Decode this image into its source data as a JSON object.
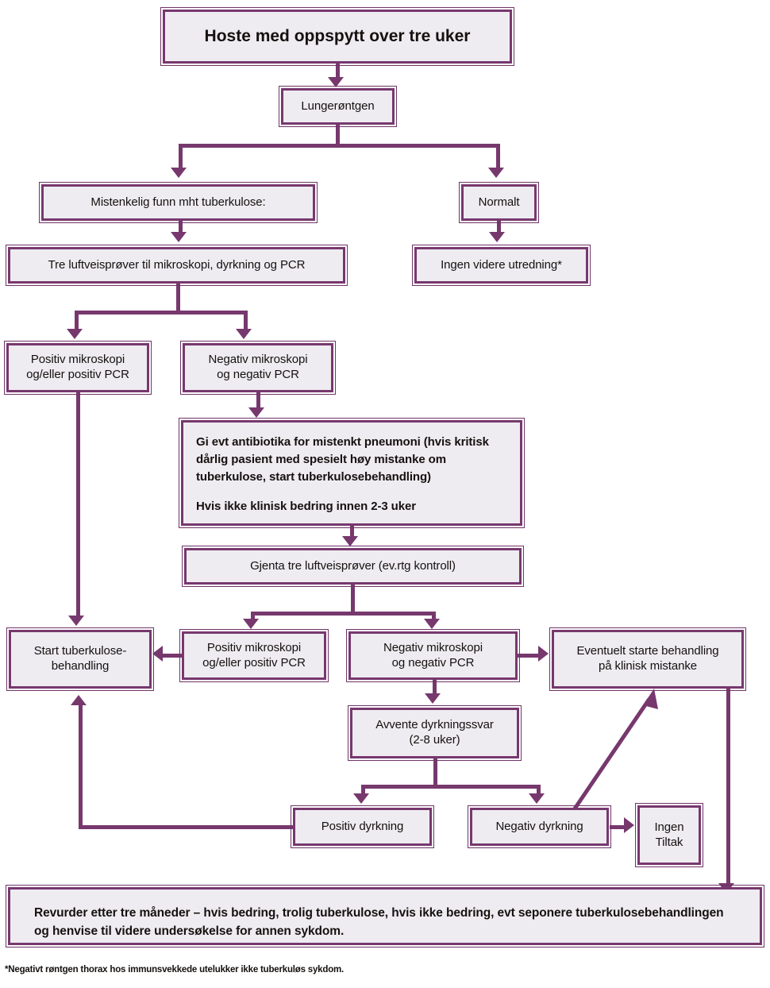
{
  "diagram": {
    "title": "Hoste med oppspytt over tre uker",
    "language": "no",
    "accent_color": "#77386e",
    "node_fill": "#eeecf1",
    "nodes": {
      "start": "Hoste med oppspytt over tre uker",
      "xray": "Lungerøntgen",
      "suspicious": "Mistenkelig funn mht tuberkulose:",
      "normal": "Normalt",
      "three_samples": "Tre luftveisprøver til mikroskopi, dyrkning og PCR",
      "no_further": "Ingen videre utredning*",
      "pos_micro_1_l1": "Positiv mikroskopi",
      "pos_micro_1_l2": "og/eller positiv PCR",
      "neg_micro_1_l1": "Negativ mikroskopi",
      "neg_micro_1_l2": "og negativ PCR",
      "antibiotics_p1": "Gi evt antibiotika for mistenkt pneumoni (hvis kritisk dårlig pasient med spesielt høy mistanke om tuberkulose, start tuberkulosebehandling)",
      "antibiotics_p2": "Hvis ikke klinisk bedring innen 2-3 uker",
      "repeat_samples": "Gjenta tre luftveisprøver (ev.rtg kontroll)",
      "start_treatment_l1": "Start tuberkulose-",
      "start_treatment_l2": "behandling",
      "pos_micro_2_l1": "Positiv mikroskopi",
      "pos_micro_2_l2": "og/eller positiv PCR",
      "neg_micro_2_l1": "Negativ mikroskopi",
      "neg_micro_2_l2": "og negativ PCR",
      "possible_treatment_l1": "Eventuelt starte behandling",
      "possible_treatment_l2": "på klinisk mistanke",
      "await_culture_l1": "Avvente dyrkningssvar",
      "await_culture_l2": "(2-8 uker)",
      "pos_culture": "Positiv dyrkning",
      "neg_culture": "Negativ dyrkning",
      "no_action_l1": "Ingen",
      "no_action_l2": "Tiltak",
      "reassess_l1": "Revurder etter tre måneder – hvis bedring, trolig tuberkulose, hvis ikke bedring, evt seponere tuberkulosebehandlingen",
      "reassess_l2": "og henvise til videre undersøkelse for annen sykdom."
    },
    "footnote": "*Negativt røntgen thorax hos immunsvekkede utelukker ikke tuberkuløs sykdom."
  }
}
